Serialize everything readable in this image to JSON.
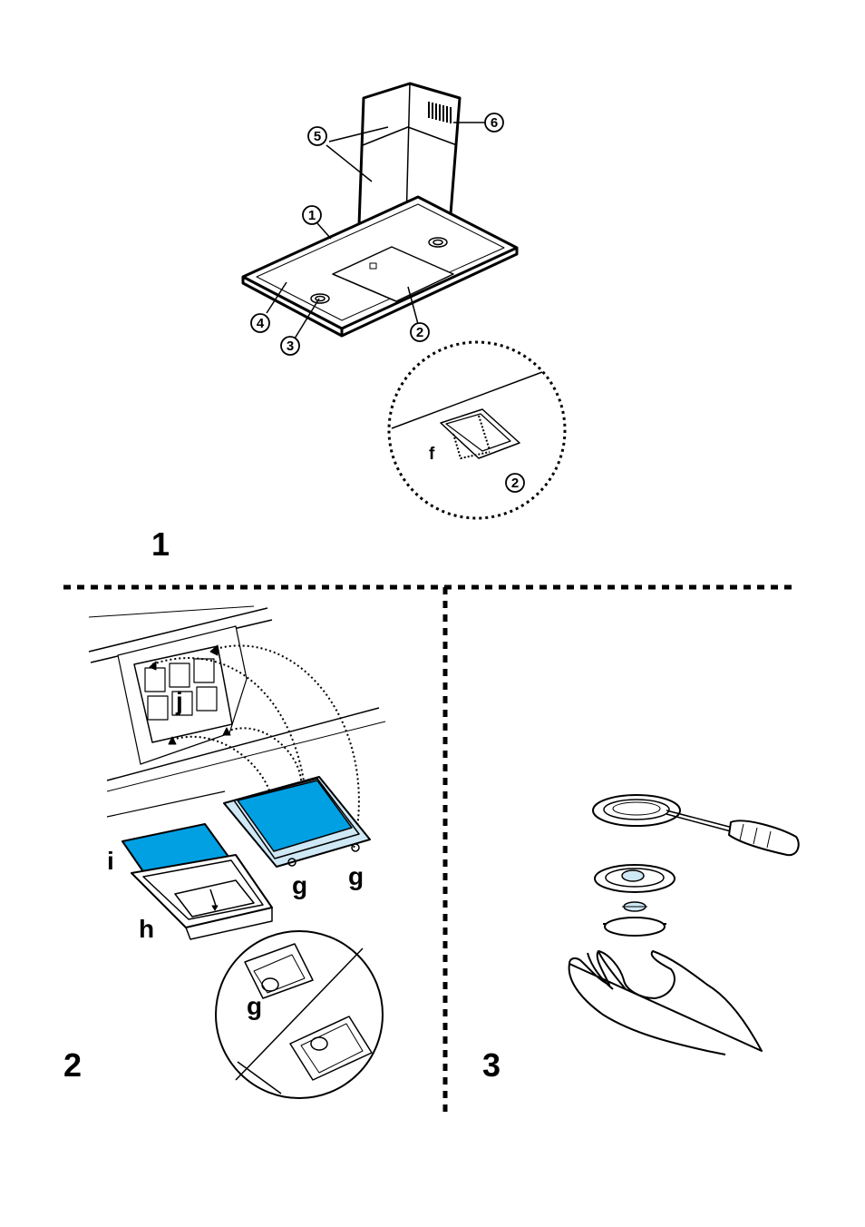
{
  "figures": [
    {
      "id": "1",
      "callouts": [
        "1",
        "2",
        "3",
        "4",
        "5",
        "6"
      ],
      "detail": {
        "letter": "f",
        "callout": "2"
      }
    },
    {
      "id": "2",
      "letters": [
        "i",
        "h",
        "j",
        "g",
        "g"
      ],
      "detail": {
        "letter": "g"
      }
    },
    {
      "id": "3"
    }
  ],
  "colors": {
    "line": "#000000",
    "filter_blue": "#00a0e3",
    "filter_light": "#cfe8f5",
    "background": "#ffffff"
  },
  "icons": [
    "range-hood",
    "grease-filter",
    "charcoal-filter",
    "lamp-cover",
    "screwdriver",
    "hand"
  ]
}
